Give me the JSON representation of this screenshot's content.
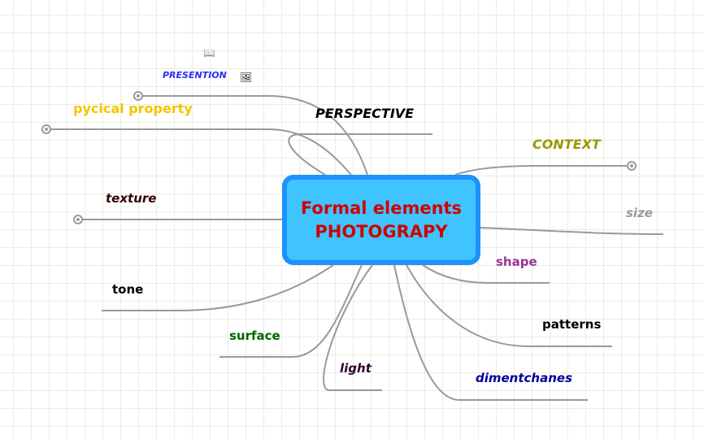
{
  "central": {
    "line1": "Formal elements",
    "line2": "PHOTOGRAPY",
    "border_color": "#1e90ff",
    "fill_color": "#40c4ff",
    "text_color": "#d00000"
  },
  "branches": [
    {
      "label": "PRESENTION",
      "color": "#2b2bff",
      "icons": [
        "notebook-icon",
        "image-icon"
      ]
    },
    {
      "label": "pycical property",
      "color": "#f5c400"
    },
    {
      "label": "PERSPECTIVE",
      "color": "#000000"
    },
    {
      "label": "CONTEXT",
      "color": "#999900"
    },
    {
      "label": "size",
      "color": "#999999"
    },
    {
      "label": "texture",
      "color": "#330000"
    },
    {
      "label": "shape",
      "color": "#993399"
    },
    {
      "label": "tone",
      "color": "#000000"
    },
    {
      "label": "patterns",
      "color": "#000000"
    },
    {
      "label": "surface",
      "color": "#006600"
    },
    {
      "label": "light",
      "color": "#330033"
    },
    {
      "label": "dimentchanes",
      "color": "#000099"
    }
  ]
}
